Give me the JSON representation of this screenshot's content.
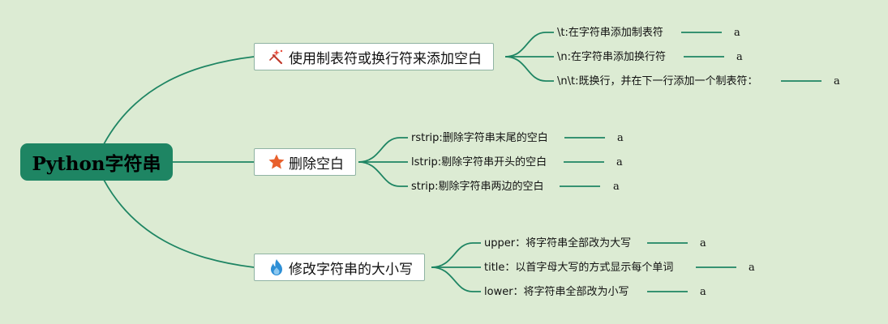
{
  "root": {
    "label": "Python字符串"
  },
  "branches": [
    {
      "label": "使用制表符或换行符来添加空白",
      "icon": "magic-wand-icon",
      "leaves": [
        {
          "text": "\\t:在字符串添加制表符",
          "suffix": "a"
        },
        {
          "text": "\\n:在字符串添加换行符",
          "suffix": "a"
        },
        {
          "text": "\\n\\t:既换行，并在下一行添加一个制表符：",
          "suffix": "a"
        }
      ]
    },
    {
      "label": "删除空白",
      "icon": "star-icon",
      "leaves": [
        {
          "text": "rstrip:删除字符串末尾的空白",
          "suffix": "a"
        },
        {
          "text": "lstrip:剔除字符串开头的空白",
          "suffix": "a"
        },
        {
          "text": "strip:剔除字符串两边的空白",
          "suffix": "a"
        }
      ]
    },
    {
      "label": "修改字符串的大小写",
      "icon": "flame-icon",
      "leaves": [
        {
          "text": "upper：将字符串全部改为大写",
          "suffix": "a"
        },
        {
          "text": "title：以首字母大写的方式显示每个单词",
          "suffix": "a"
        },
        {
          "text": "lower：将字符串全部改为小写",
          "suffix": "a"
        }
      ]
    }
  ],
  "colors": {
    "background": "#dcebd3",
    "edge": "#1e8563",
    "root": "#1e8563"
  }
}
